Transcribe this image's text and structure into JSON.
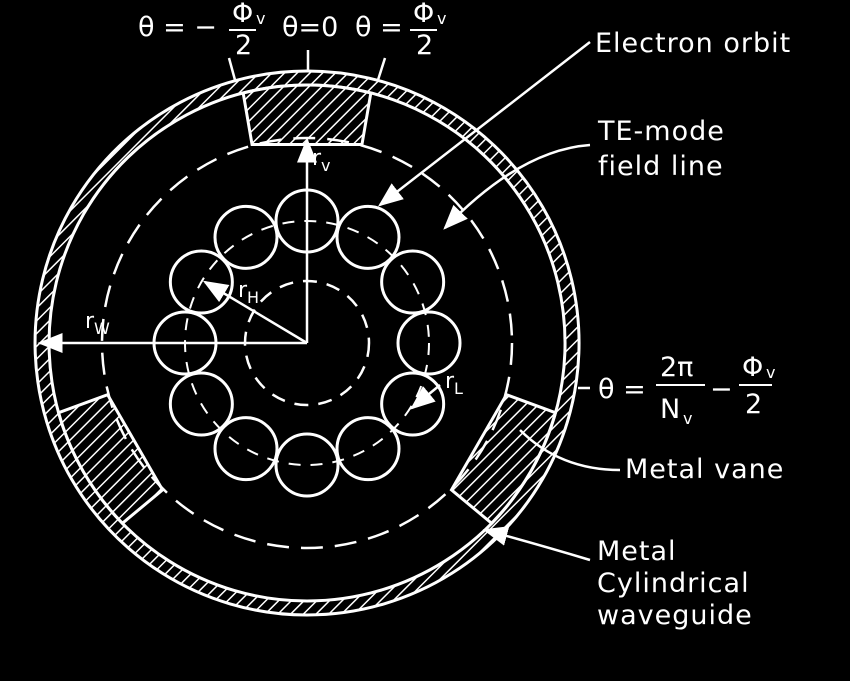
{
  "labels": {
    "theta_neg": "θ = −",
    "theta_zero": "θ=0",
    "theta_pos": "θ =",
    "phi_v": "Φ",
    "v": "v",
    "two": "2",
    "electron_orbit": "Electron orbit",
    "te_mode_1": "TE-mode",
    "te_mode_2": "field line",
    "r": "r",
    "sub_v": "v",
    "sub_H": "H",
    "sub_W": "W",
    "sub_L": "L",
    "theta_eq": "θ =",
    "two_pi": "2π",
    "n_v": "N",
    "minus": "−",
    "metal_vane": "Metal vane",
    "waveguide_1": "Metal",
    "waveguide_2": "Cylindrical",
    "waveguide_3": "waveguide"
  },
  "structure": {
    "vane_count": 3,
    "orbit_circle_count": 12
  }
}
